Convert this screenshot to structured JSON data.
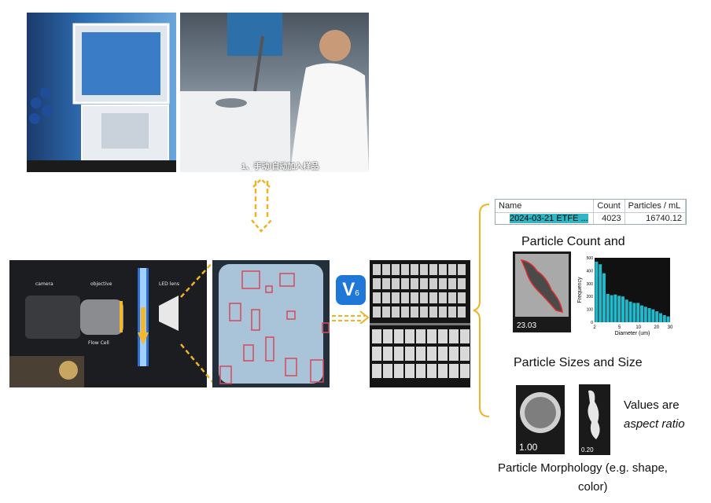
{
  "photos": {
    "instrument_caption": "1、手动/自动加入样品"
  },
  "optics": {
    "camera_label": "camera",
    "objective_label": "objective",
    "led_label": "LED lens",
    "flowcell_label": "Flow Cell"
  },
  "software_icon_text": "V",
  "software_icon_sub": "6",
  "table": {
    "headers": [
      "Name",
      "Count",
      "Particles / mL"
    ],
    "row": [
      "2024-03-21 ETFE ...",
      "4023",
      "16740.12"
    ]
  },
  "count_title": "Particle Count and",
  "particle_image_value": "23.03",
  "histogram": {
    "ylabel": "Frequency",
    "xlabel": "Diameter (um)",
    "yticks": [
      "500",
      "400",
      "300",
      "200",
      "100",
      "0"
    ],
    "xticks": [
      "2",
      "5",
      "10",
      "20",
      "30"
    ],
    "bar_color": "#23b8c9"
  },
  "chart_data": {
    "type": "bar",
    "xlabel": "Diameter (um)",
    "ylabel": "Frequency",
    "ylim": [
      0,
      500
    ],
    "categories": [
      "2",
      "2.5",
      "3",
      "3.5",
      "4",
      "4.5",
      "5",
      "6",
      "7",
      "8",
      "9",
      "10",
      "12",
      "14",
      "16",
      "18",
      "20",
      "23",
      "26",
      "30"
    ],
    "values": [
      470,
      450,
      380,
      220,
      210,
      215,
      205,
      200,
      175,
      160,
      150,
      150,
      130,
      120,
      110,
      100,
      85,
      70,
      55,
      45
    ]
  },
  "size_title": "Particle Sizes and Size",
  "morph": {
    "round_value": "1.00",
    "irregular_value": "0.20",
    "values_line1": "Values are",
    "values_line2": "aspect ratio"
  },
  "morph_title_line1": "Particle Morphology (e.g. shape,",
  "morph_title_line2": "color)"
}
